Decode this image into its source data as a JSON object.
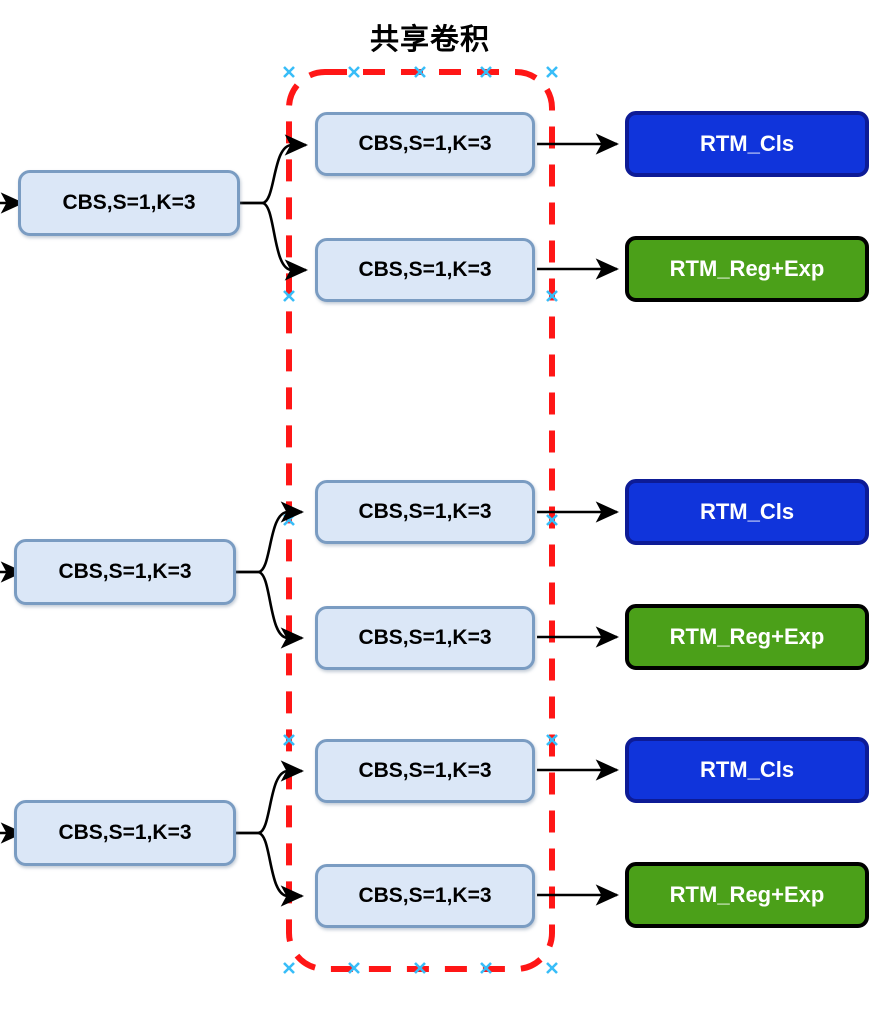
{
  "diagram": {
    "title": "共享卷积",
    "title_meaning_icon": "shared-convolution-group",
    "colors": {
      "cbs_fill": "#dbe7f7",
      "cbs_border": "#7a9cc2",
      "rtm_cls_fill": "#1034db",
      "rtm_cls_border": "#0d1b96",
      "rtm_reg_fill": "#4ba019",
      "rtm_reg_border": "#000000",
      "dashed_group": "#ff1616",
      "handle": "#38bdf8",
      "arrow": "#000000",
      "background": "#ffffff"
    },
    "group_box": {
      "label": "shared-conv-dashed-region",
      "style": "dashed",
      "stroke": "#ff1616",
      "handle_marks": 8
    },
    "groups": [
      {
        "id": "group-1",
        "input": {
          "label": "CBS,S=1,K=3"
        },
        "branches": [
          {
            "conv": {
              "label": "CBS,S=1,K=3"
            },
            "head": {
              "label": "RTM_Cls",
              "kind": "cls"
            }
          },
          {
            "conv": {
              "label": "CBS,S=1,K=3"
            },
            "head": {
              "label": "RTM_Reg+Exp",
              "kind": "reg"
            }
          }
        ]
      },
      {
        "id": "group-2",
        "input": {
          "label": "CBS,S=1,K=3"
        },
        "branches": [
          {
            "conv": {
              "label": "CBS,S=1,K=3"
            },
            "head": {
              "label": "RTM_Cls",
              "kind": "cls"
            }
          },
          {
            "conv": {
              "label": "CBS,S=1,K=3"
            },
            "head": {
              "label": "RTM_Reg+Exp",
              "kind": "reg"
            }
          }
        ]
      },
      {
        "id": "group-3",
        "input": {
          "label": "CBS,S=1,K=3"
        },
        "branches": [
          {
            "conv": {
              "label": "CBS,S=1,K=3"
            },
            "head": {
              "label": "RTM_Cls",
              "kind": "cls"
            }
          },
          {
            "conv": {
              "label": "CBS,S=1,K=3"
            },
            "head": {
              "label": "RTM_Reg+Exp",
              "kind": "reg"
            }
          }
        ]
      }
    ]
  }
}
